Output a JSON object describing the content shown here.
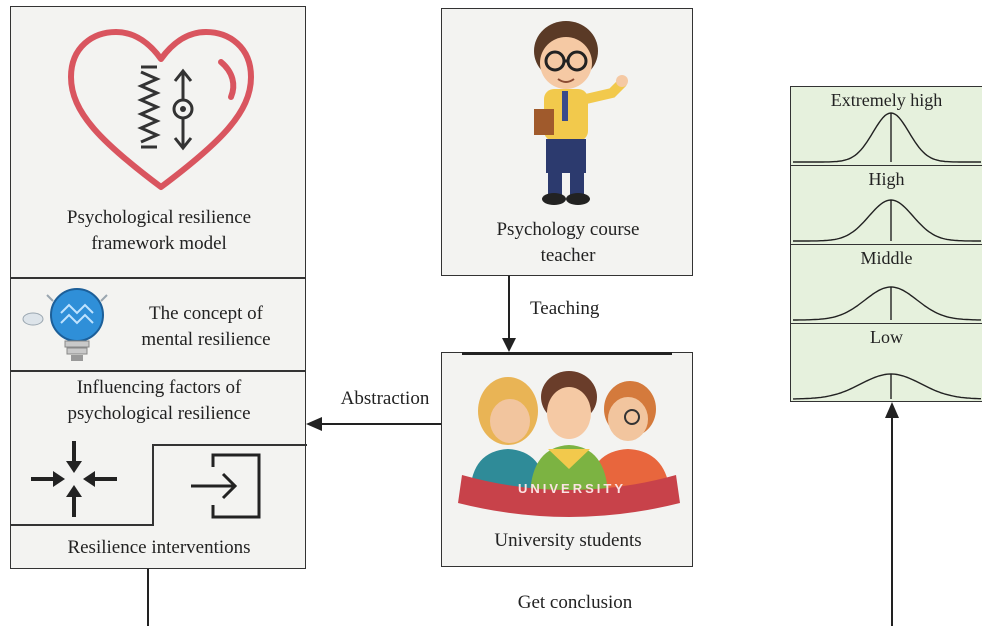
{
  "left_panel": {
    "framework_label": "Psychological resilience\nframework model",
    "concept_label": "The concept of\nmental resilience",
    "factors_label": "Influencing factors of\npsychological resilience",
    "interventions_label": "Resilience interventions"
  },
  "teacher": {
    "label": "Psychology course\nteacher"
  },
  "students": {
    "label": "University students",
    "banner_text": "UNIVERSITY"
  },
  "arrows": {
    "teaching": "Teaching",
    "abstraction": "Abstraction",
    "conclusion": "Get conclusion"
  },
  "levels": [
    "Extremely high",
    "High",
    "Middle",
    "Low"
  ],
  "colors": {
    "heart": "#d9555f",
    "levels_bg": "#e6f1dd",
    "bulb": "#2f8fd8",
    "student1": "#e9b455",
    "student2": "#6a3d2a",
    "student3": "#d47a3c",
    "banner": "#c8424a"
  }
}
